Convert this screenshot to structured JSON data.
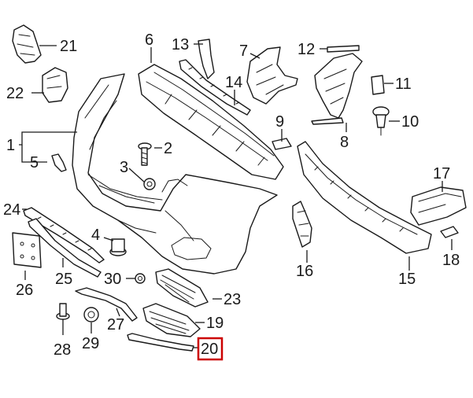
{
  "colors": {
    "ink": "#1a1a1a",
    "highlight": "#cc0000",
    "background": "#ffffff"
  },
  "callouts": {
    "c1": "1",
    "c2": "2",
    "c3": "3",
    "c4": "4",
    "c5": "5",
    "c6": "6",
    "c7": "7",
    "c8": "8",
    "c9": "9",
    "c10": "10",
    "c11": "11",
    "c12": "12",
    "c13": "13",
    "c14": "14",
    "c15": "15",
    "c16": "16",
    "c17": "17",
    "c18": "18",
    "c19": "19",
    "c20": "20",
    "c21": "21",
    "c22": "22",
    "c23": "23",
    "c24": "24",
    "c25": "25",
    "c26": "26",
    "c27": "27",
    "c28": "28",
    "c29": "29",
    "c30": "30"
  },
  "highlighted_callout": "20"
}
